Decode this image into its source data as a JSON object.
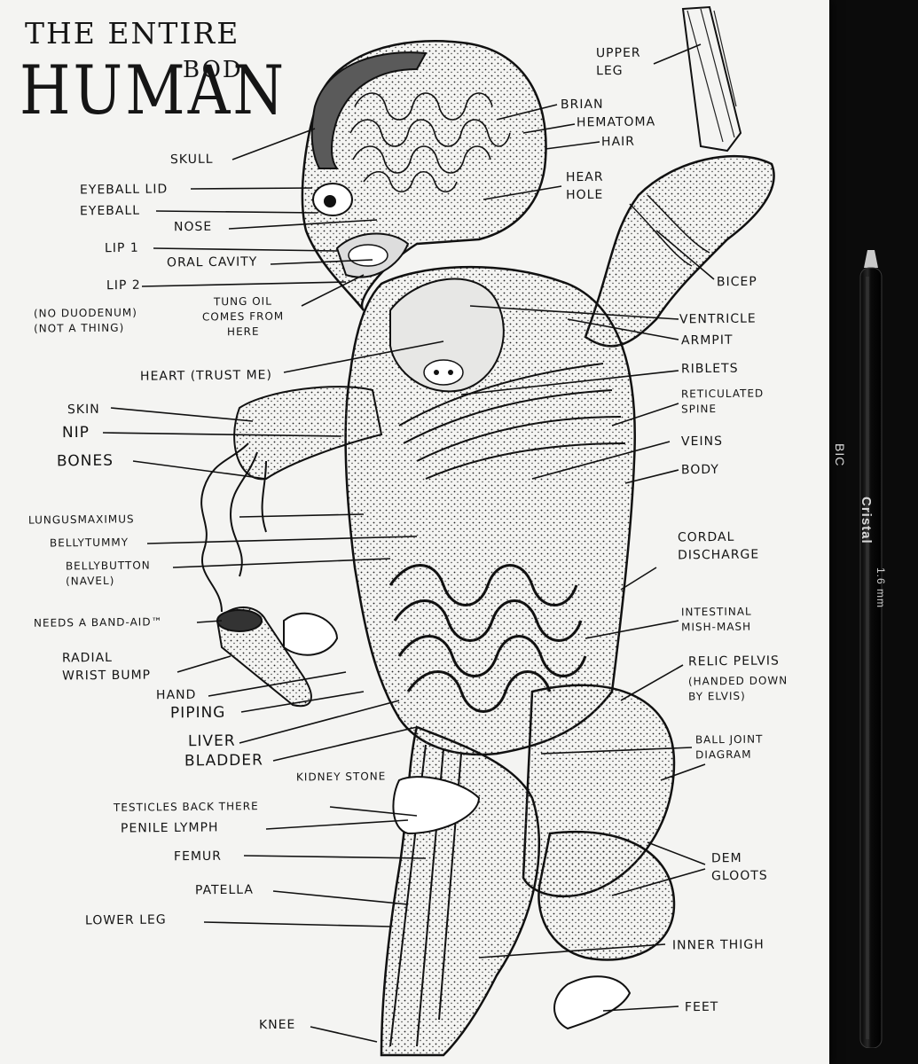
{
  "title": {
    "line1": "THE ENTIRE",
    "line2": "HUMAN",
    "line3": "BOD"
  },
  "labels": {
    "upper_leg": "UPPER\nLEG",
    "brian": "BRIAN",
    "hematoma": "HEMATOMA",
    "hair": "HAIR",
    "skull": "SKULL",
    "hear_hole": "HEAR\nHOLE",
    "eyeball_lid": "EYEBALL LID",
    "eyeball": "EYEBALL",
    "nose": "NOSE",
    "lip1": "LIP 1",
    "oral_cavity": "ORAL CAVITY",
    "lip2": "LIP 2",
    "tung_oil": "TUNG OIL\nCOMES FROM\nHERE",
    "no_duodenum": "(NO DUODENUM)\n(NOT A THING)",
    "bicep": "BICEP",
    "ventricle": "VENTRICLE",
    "armpit": "ARMPIT",
    "heart": "HEART (TRUST ME)",
    "riblets": "RIBLETS",
    "reticulated_spine": "RETICULATED\nSPINE",
    "skin": "SKIN",
    "nip": "NIP",
    "veins": "VEINS",
    "bones": "BONES",
    "body": "BODY",
    "lungus": "LUNGUSMAXIMUS",
    "bellytummy": "BELLYTUMMY",
    "cordal": "CORDAL\nDISCHARGE",
    "bellybutton": "BELLYBUTTON\n(NAVEL)",
    "band_aid": "NEEDS A BAND-AID™",
    "intestinal": "INTESTINAL\nMISH-MASH",
    "radial": "RADIAL\nWRIST BUMP",
    "relic_pelvis": "RELIC PELVIS",
    "relic_note": "(HANDED DOWN\nBY ELVIS)",
    "hand": "HAND",
    "piping": "PIPING",
    "liver": "LIVER",
    "bladder": "BLADDER",
    "ball_joint": "BALL JOINT\nDIAGRAM",
    "kidney_stone": "KIDNEY STONE",
    "testicles": "TESTICLES BACK THERE",
    "penile": "PENILE LYMPH",
    "femur": "FEMUR",
    "dem_gloots": "DEM\nGLOOTS",
    "patella": "PATELLA",
    "lower_leg": "LOWER LEG",
    "inner_thigh": "INNER THIGH",
    "feet": "FEET",
    "knee": "KNEE"
  },
  "pen": {
    "brand": "BIC",
    "model": "Cristal",
    "size": "1.6 mm"
  }
}
